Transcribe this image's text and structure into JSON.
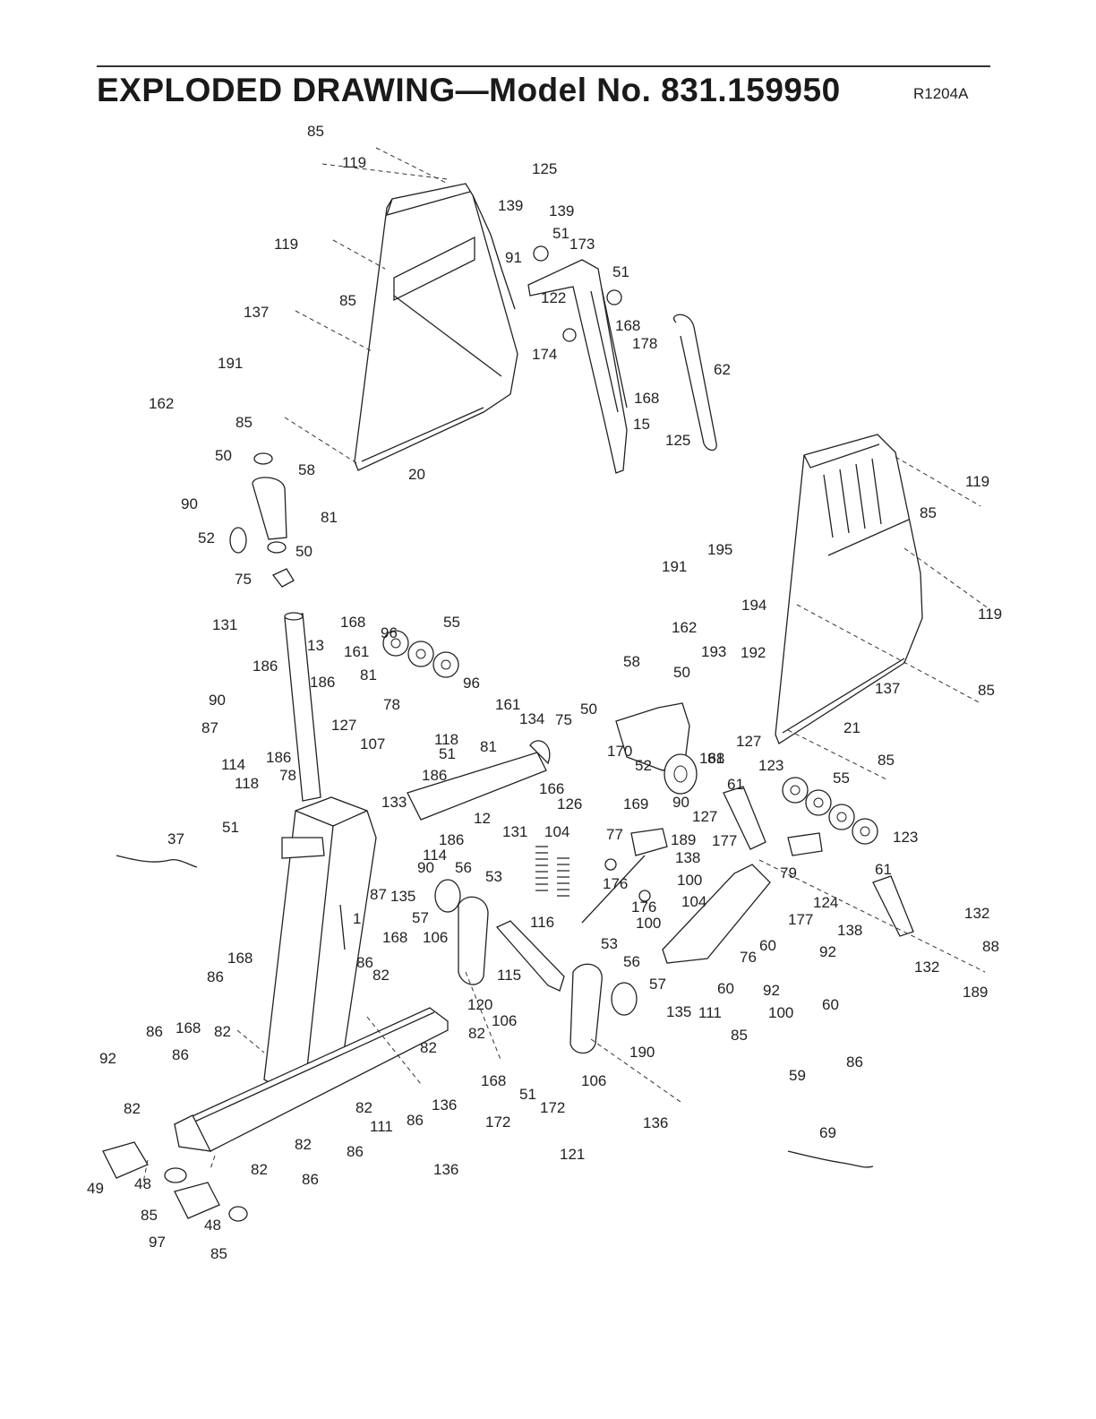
{
  "header": {
    "title": "EXPLODED DRAWING—Model No. 831.159950",
    "drawing_code": "R1204A"
  },
  "callouts": [
    {
      "id": "c1",
      "label": "85"
    },
    {
      "id": "c2",
      "label": "119"
    },
    {
      "id": "c3",
      "label": "125"
    },
    {
      "id": "c4",
      "label": "139"
    },
    {
      "id": "c5",
      "label": "139"
    },
    {
      "id": "c6",
      "label": "51"
    },
    {
      "id": "c7",
      "label": "173"
    },
    {
      "id": "c8",
      "label": "91"
    },
    {
      "id": "c9",
      "label": "119"
    },
    {
      "id": "c10",
      "label": "51"
    },
    {
      "id": "c11",
      "label": "122"
    },
    {
      "id": "c12",
      "label": "85"
    },
    {
      "id": "c13",
      "label": "137"
    },
    {
      "id": "c14",
      "label": "168"
    },
    {
      "id": "c15",
      "label": "178"
    },
    {
      "id": "c16",
      "label": "174"
    },
    {
      "id": "c17",
      "label": "62"
    },
    {
      "id": "c18",
      "label": "191"
    },
    {
      "id": "c19",
      "label": "162"
    },
    {
      "id": "c20",
      "label": "168"
    },
    {
      "id": "c21",
      "label": "85"
    },
    {
      "id": "c22",
      "label": "15"
    },
    {
      "id": "c23",
      "label": "125"
    },
    {
      "id": "c24",
      "label": "50"
    },
    {
      "id": "c25",
      "label": "20"
    },
    {
      "id": "c26",
      "label": "58"
    },
    {
      "id": "c27",
      "label": "119"
    },
    {
      "id": "c28",
      "label": "90"
    },
    {
      "id": "c29",
      "label": "81"
    },
    {
      "id": "c30",
      "label": "85"
    },
    {
      "id": "c31",
      "label": "52"
    },
    {
      "id": "c32",
      "label": "50"
    },
    {
      "id": "c33",
      "label": "195"
    },
    {
      "id": "c34",
      "label": "191"
    },
    {
      "id": "c35",
      "label": "75"
    },
    {
      "id": "c36",
      "label": "194"
    },
    {
      "id": "c37",
      "label": "119"
    },
    {
      "id": "c38",
      "label": "131"
    },
    {
      "id": "c39",
      "label": "168"
    },
    {
      "id": "c40",
      "label": "96"
    },
    {
      "id": "c41",
      "label": "55"
    },
    {
      "id": "c42",
      "label": "162"
    },
    {
      "id": "c43",
      "label": "193"
    },
    {
      "id": "c44",
      "label": "192"
    },
    {
      "id": "c45",
      "label": "13"
    },
    {
      "id": "c46",
      "label": "161"
    },
    {
      "id": "c47",
      "label": "50"
    },
    {
      "id": "c48",
      "label": "58"
    },
    {
      "id": "c49",
      "label": "186"
    },
    {
      "id": "c50",
      "label": "186"
    },
    {
      "id": "c51",
      "label": "81"
    },
    {
      "id": "c52",
      "label": "96"
    },
    {
      "id": "c53",
      "label": "137"
    },
    {
      "id": "c54",
      "label": "85"
    },
    {
      "id": "c55",
      "label": "90"
    },
    {
      "id": "c56",
      "label": "78"
    },
    {
      "id": "c57",
      "label": "161"
    },
    {
      "id": "c58",
      "label": "134"
    },
    {
      "id": "c59",
      "label": "87"
    },
    {
      "id": "c60",
      "label": "127"
    },
    {
      "id": "c61",
      "label": "107"
    },
    {
      "id": "c62",
      "label": "118"
    },
    {
      "id": "c63",
      "label": "75"
    },
    {
      "id": "c64",
      "label": "50"
    },
    {
      "id": "c65",
      "label": "21"
    },
    {
      "id": "c66",
      "label": "114"
    },
    {
      "id": "c67",
      "label": "186"
    },
    {
      "id": "c68",
      "label": "51"
    },
    {
      "id": "c69",
      "label": "81"
    },
    {
      "id": "c70",
      "label": "170"
    },
    {
      "id": "c71",
      "label": "81"
    },
    {
      "id": "c72",
      "label": "127"
    },
    {
      "id": "c73",
      "label": "78"
    },
    {
      "id": "c74",
      "label": "186"
    },
    {
      "id": "c75",
      "label": "52"
    },
    {
      "id": "c76",
      "label": "168"
    },
    {
      "id": "c77",
      "label": "85"
    },
    {
      "id": "c78",
      "label": "118"
    },
    {
      "id": "c79",
      "label": "166"
    },
    {
      "id": "c80",
      "label": "123"
    },
    {
      "id": "c81",
      "label": "55"
    },
    {
      "id": "c82",
      "label": "133"
    },
    {
      "id": "c83",
      "label": "126"
    },
    {
      "id": "c84",
      "label": "169"
    },
    {
      "id": "c85",
      "label": "90"
    },
    {
      "id": "c86",
      "label": "61"
    },
    {
      "id": "c87",
      "label": "51"
    },
    {
      "id": "c88",
      "label": "12"
    },
    {
      "id": "c89",
      "label": "131"
    },
    {
      "id": "c90",
      "label": "104"
    },
    {
      "id": "c91",
      "label": "127"
    },
    {
      "id": "c92",
      "label": "37"
    },
    {
      "id": "c93",
      "label": "186"
    },
    {
      "id": "c94",
      "label": "77"
    },
    {
      "id": "c95",
      "label": "189"
    },
    {
      "id": "c96",
      "label": "177"
    },
    {
      "id": "c97",
      "label": "123"
    },
    {
      "id": "c98",
      "label": "114"
    },
    {
      "id": "c99",
      "label": "138"
    },
    {
      "id": "c100",
      "label": "79"
    },
    {
      "id": "c101",
      "label": "61"
    },
    {
      "id": "c102",
      "label": "90"
    },
    {
      "id": "c103",
      "label": "56"
    },
    {
      "id": "c104",
      "label": "53"
    },
    {
      "id": "c105",
      "label": "176"
    },
    {
      "id": "c106",
      "label": "100"
    },
    {
      "id": "c107",
      "label": "87"
    },
    {
      "id": "c108",
      "label": "135"
    },
    {
      "id": "c109",
      "label": "176"
    },
    {
      "id": "c110",
      "label": "104"
    },
    {
      "id": "c111",
      "label": "124"
    },
    {
      "id": "c112",
      "label": "132"
    },
    {
      "id": "c113",
      "label": "57"
    },
    {
      "id": "c114",
      "label": "116"
    },
    {
      "id": "c115",
      "label": "177"
    },
    {
      "id": "c116",
      "label": "138"
    },
    {
      "id": "c117",
      "label": "100"
    },
    {
      "id": "c118",
      "label": "88"
    },
    {
      "id": "c119",
      "label": "1"
    },
    {
      "id": "c120",
      "label": "168"
    },
    {
      "id": "c121",
      "label": "106"
    },
    {
      "id": "c122",
      "label": "60"
    },
    {
      "id": "c123",
      "label": "92"
    },
    {
      "id": "c124",
      "label": "76"
    },
    {
      "id": "c125",
      "label": "132"
    },
    {
      "id": "c126",
      "label": "168"
    },
    {
      "id": "c127",
      "label": "115"
    },
    {
      "id": "c128",
      "label": "53"
    },
    {
      "id": "c129",
      "label": "86"
    },
    {
      "id": "c130",
      "label": "82"
    },
    {
      "id": "c131",
      "label": "56"
    },
    {
      "id": "c132",
      "label": "86"
    },
    {
      "id": "c133",
      "label": "60"
    },
    {
      "id": "c134",
      "label": "92"
    },
    {
      "id": "c135",
      "label": "189"
    },
    {
      "id": "c136",
      "label": "57"
    },
    {
      "id": "c137",
      "label": "120"
    },
    {
      "id": "c138",
      "label": "135"
    },
    {
      "id": "c139",
      "label": "111"
    },
    {
      "id": "c140",
      "label": "82"
    },
    {
      "id": "c141",
      "label": "106"
    },
    {
      "id": "c142",
      "label": "100"
    },
    {
      "id": "c143",
      "label": "60"
    },
    {
      "id": "c144",
      "label": "86"
    },
    {
      "id": "c145",
      "label": "168"
    },
    {
      "id": "c146",
      "label": "82"
    },
    {
      "id": "c147",
      "label": "86"
    },
    {
      "id": "c148",
      "label": "92"
    },
    {
      "id": "c149",
      "label": "86"
    },
    {
      "id": "c150",
      "label": "82"
    },
    {
      "id": "c151",
      "label": "190"
    },
    {
      "id": "c152",
      "label": "85"
    },
    {
      "id": "c153",
      "label": "82"
    },
    {
      "id": "c154",
      "label": "136"
    },
    {
      "id": "c155",
      "label": "106"
    },
    {
      "id": "c156",
      "label": "59"
    },
    {
      "id": "c157",
      "label": "168"
    },
    {
      "id": "c158",
      "label": "51"
    },
    {
      "id": "c159",
      "label": "82"
    },
    {
      "id": "c160",
      "label": "86"
    },
    {
      "id": "c161",
      "label": "172"
    },
    {
      "id": "c162",
      "label": "172"
    },
    {
      "id": "c163",
      "label": "136"
    },
    {
      "id": "c164",
      "label": "111"
    },
    {
      "id": "c165",
      "label": "82"
    },
    {
      "id": "c166",
      "label": "86"
    },
    {
      "id": "c167",
      "label": "121"
    },
    {
      "id": "c168",
      "label": "69"
    },
    {
      "id": "c169",
      "label": "82"
    },
    {
      "id": "c170",
      "label": "86"
    },
    {
      "id": "c171",
      "label": "136"
    },
    {
      "id": "c172",
      "label": "49"
    },
    {
      "id": "c173",
      "label": "48"
    },
    {
      "id": "c174",
      "label": "85"
    },
    {
      "id": "c175",
      "label": "48"
    },
    {
      "id": "c176",
      "label": "97"
    },
    {
      "id": "c177",
      "label": "85"
    }
  ]
}
